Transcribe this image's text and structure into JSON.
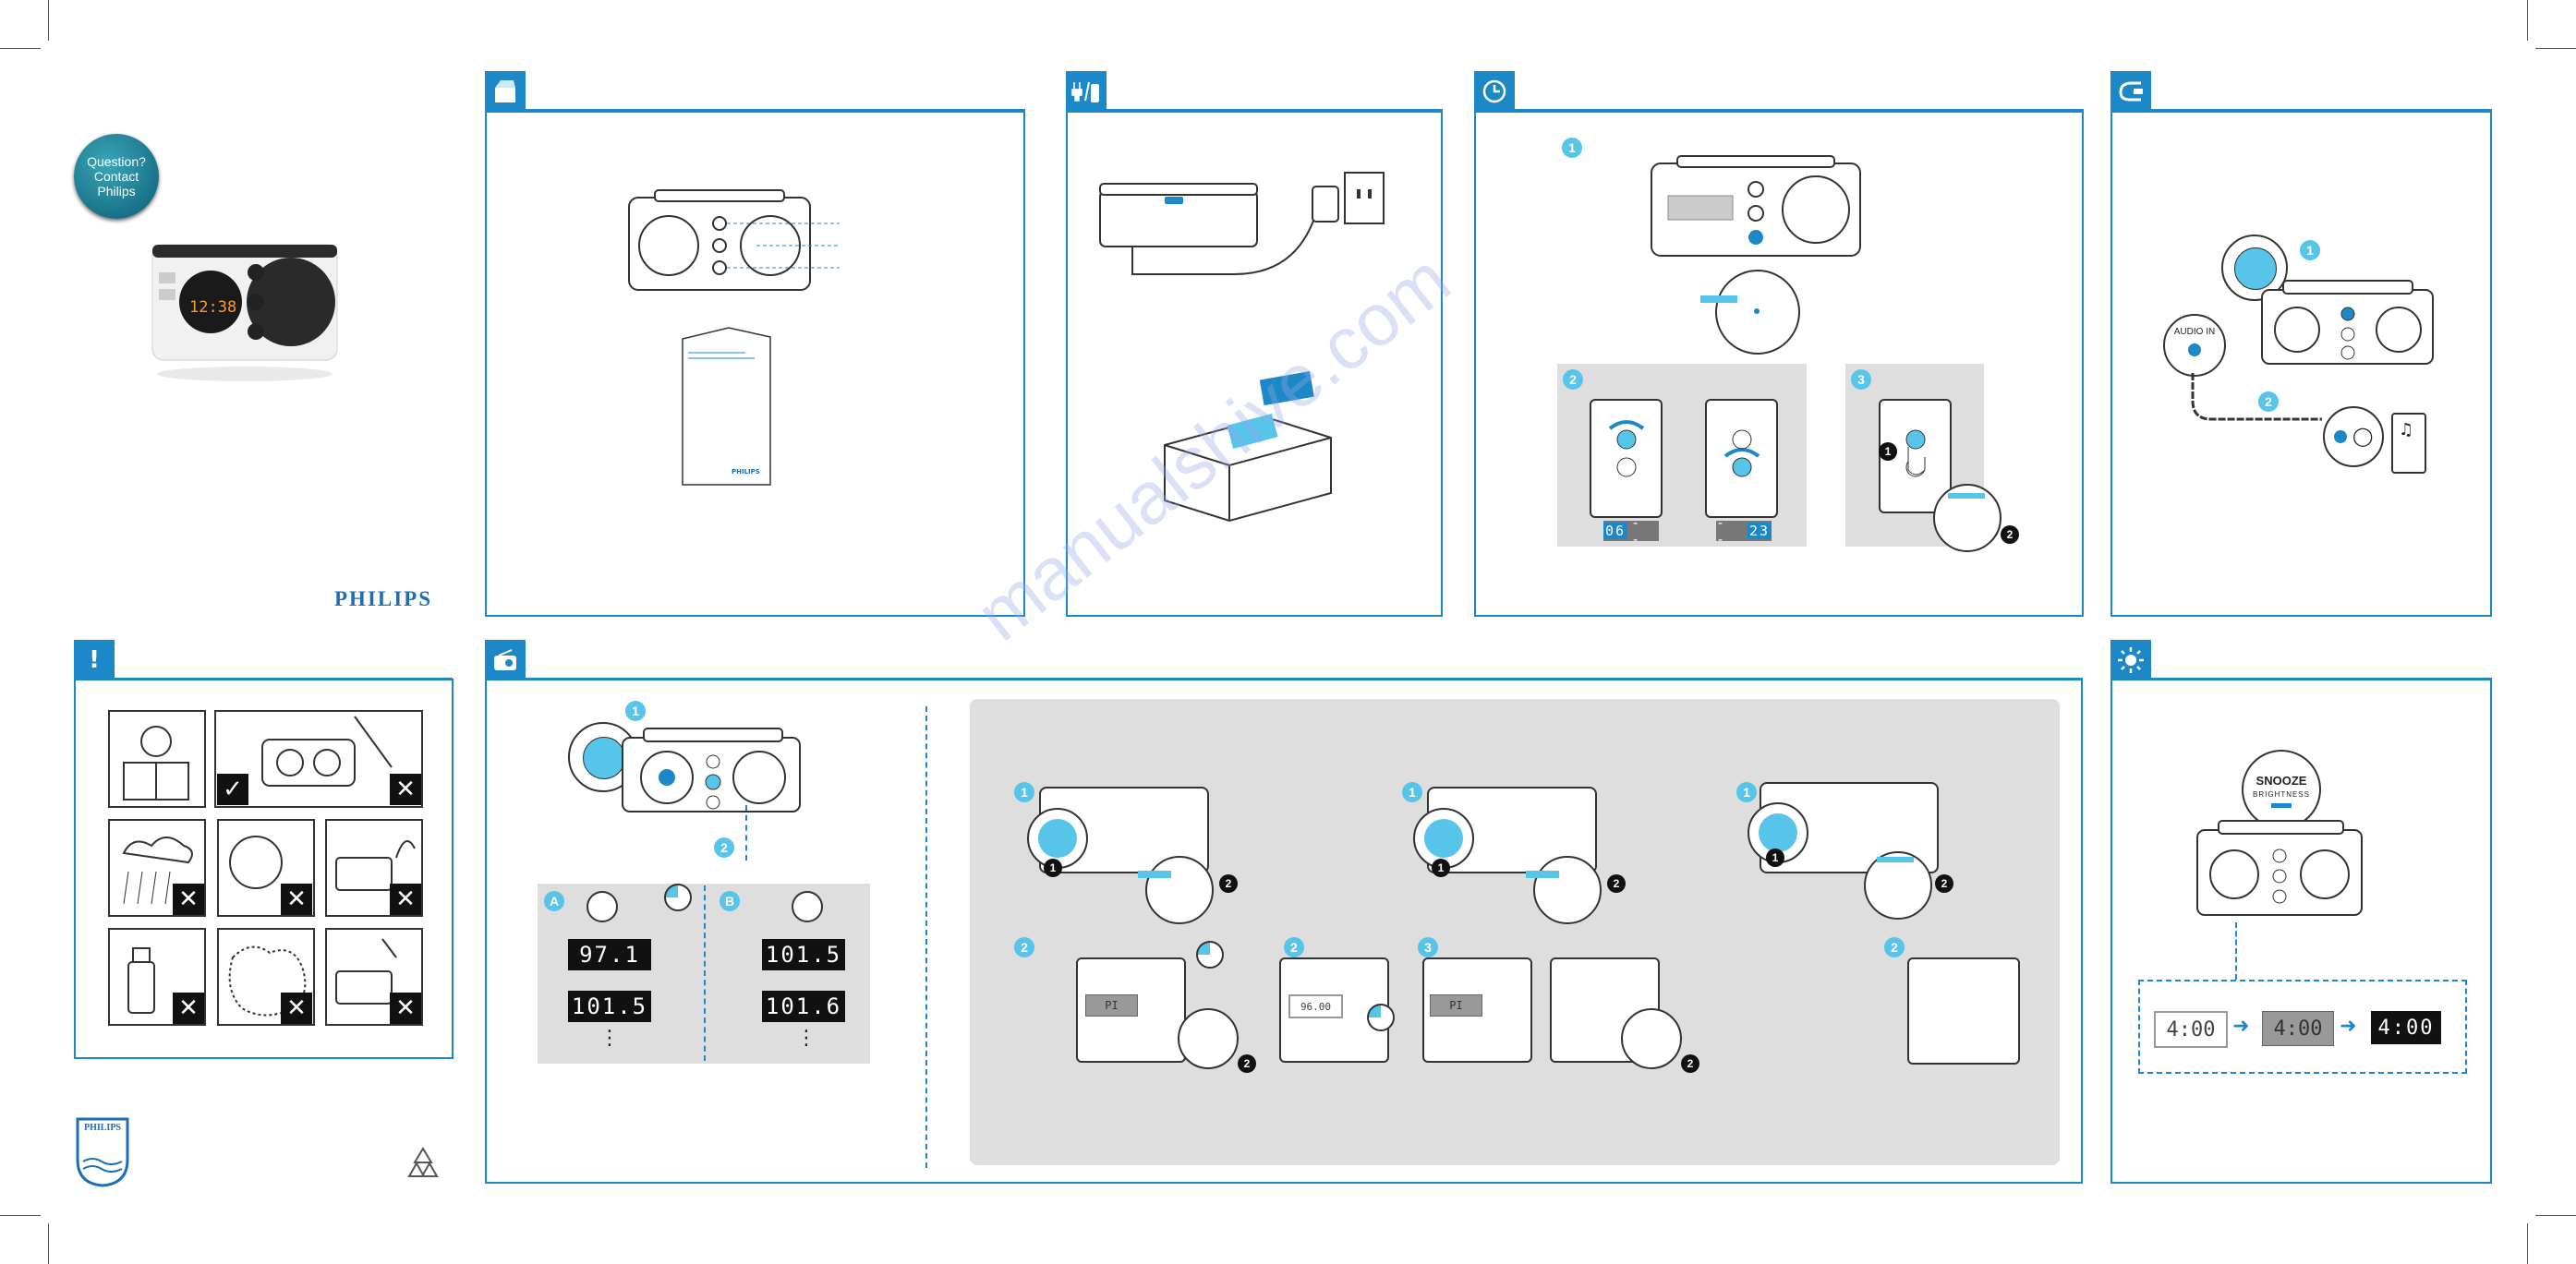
{
  "brand": {
    "name": "PHILIPS",
    "shield_text": "PHILIPS",
    "accent": "#1c88c7",
    "light_accent": "#57c4ea"
  },
  "contact_badge": {
    "lines": [
      "Question?",
      "Contact",
      "Philips"
    ]
  },
  "product_clock": "12:38",
  "watermark": "manualshive.com",
  "leaflet": {
    "brand": "PHILIPS"
  },
  "panels": {
    "box": {
      "icon": "box-icon"
    },
    "power": {
      "icon": "plug-battery-icon"
    },
    "clock": {
      "icon": "clock-icon",
      "step1": "1",
      "step2": "2",
      "step3": "3",
      "hour_display": "06",
      "minute_display": "23",
      "dashes": "- -",
      "step_dark_1": "1",
      "step_dark_2": "2"
    },
    "audio": {
      "icon": "audio-in-icon",
      "audio_in_label": "AUDIO IN",
      "step1": "1",
      "step2": "2"
    },
    "safety": {
      "icon": "exclamation-icon",
      "check": "✓",
      "cross": "✕"
    },
    "radio": {
      "icon": "radio-icon",
      "step1": "1",
      "step2": "2",
      "col_a": "A",
      "col_b": "B",
      "a_freq_1": "97.1",
      "a_freq_2": "101.5",
      "b_freq_1": "101.5",
      "b_freq_2": "101.6",
      "ellipsis": "⋮",
      "sub": {
        "s1a": "1",
        "s1b": "1",
        "s1c": "1",
        "s2a": "2",
        "s2b": "2",
        "s3b": "3",
        "s2c": "2",
        "dark1": "1",
        "dark2": "2",
        "pi": "PI",
        "freq_96": "96.00"
      }
    },
    "brightness": {
      "icon": "sun-icon",
      "snooze": "SNOOZE",
      "brightness_label": "BRIGHTNESS",
      "time_1": "4:00",
      "time_2": "4:00",
      "time_3": "4:00"
    }
  }
}
